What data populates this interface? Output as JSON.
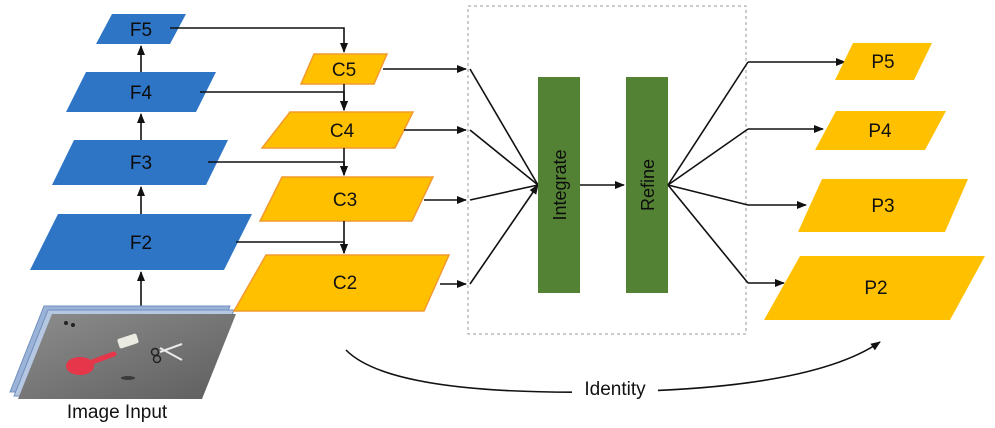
{
  "colors": {
    "backbone": "#2F75C6",
    "feature": "#FFC000",
    "feature_stroke": "#F29A2E",
    "block": "#548235",
    "arrow": "#111111",
    "dashed_box": "#9a9a9a"
  },
  "backbone": {
    "f5": "F5",
    "f4": "F4",
    "f3": "F3",
    "f2": "F2"
  },
  "lateral": {
    "c5": "C5",
    "c4": "C4",
    "c3": "C3",
    "c2": "C2"
  },
  "blocks": {
    "integrate": "Integrate",
    "refine": "Refine"
  },
  "outputs": {
    "p5": "P5",
    "p4": "P4",
    "p3": "P3",
    "p2": "P2"
  },
  "input_label": "Image Input",
  "identity_label": "Identity"
}
